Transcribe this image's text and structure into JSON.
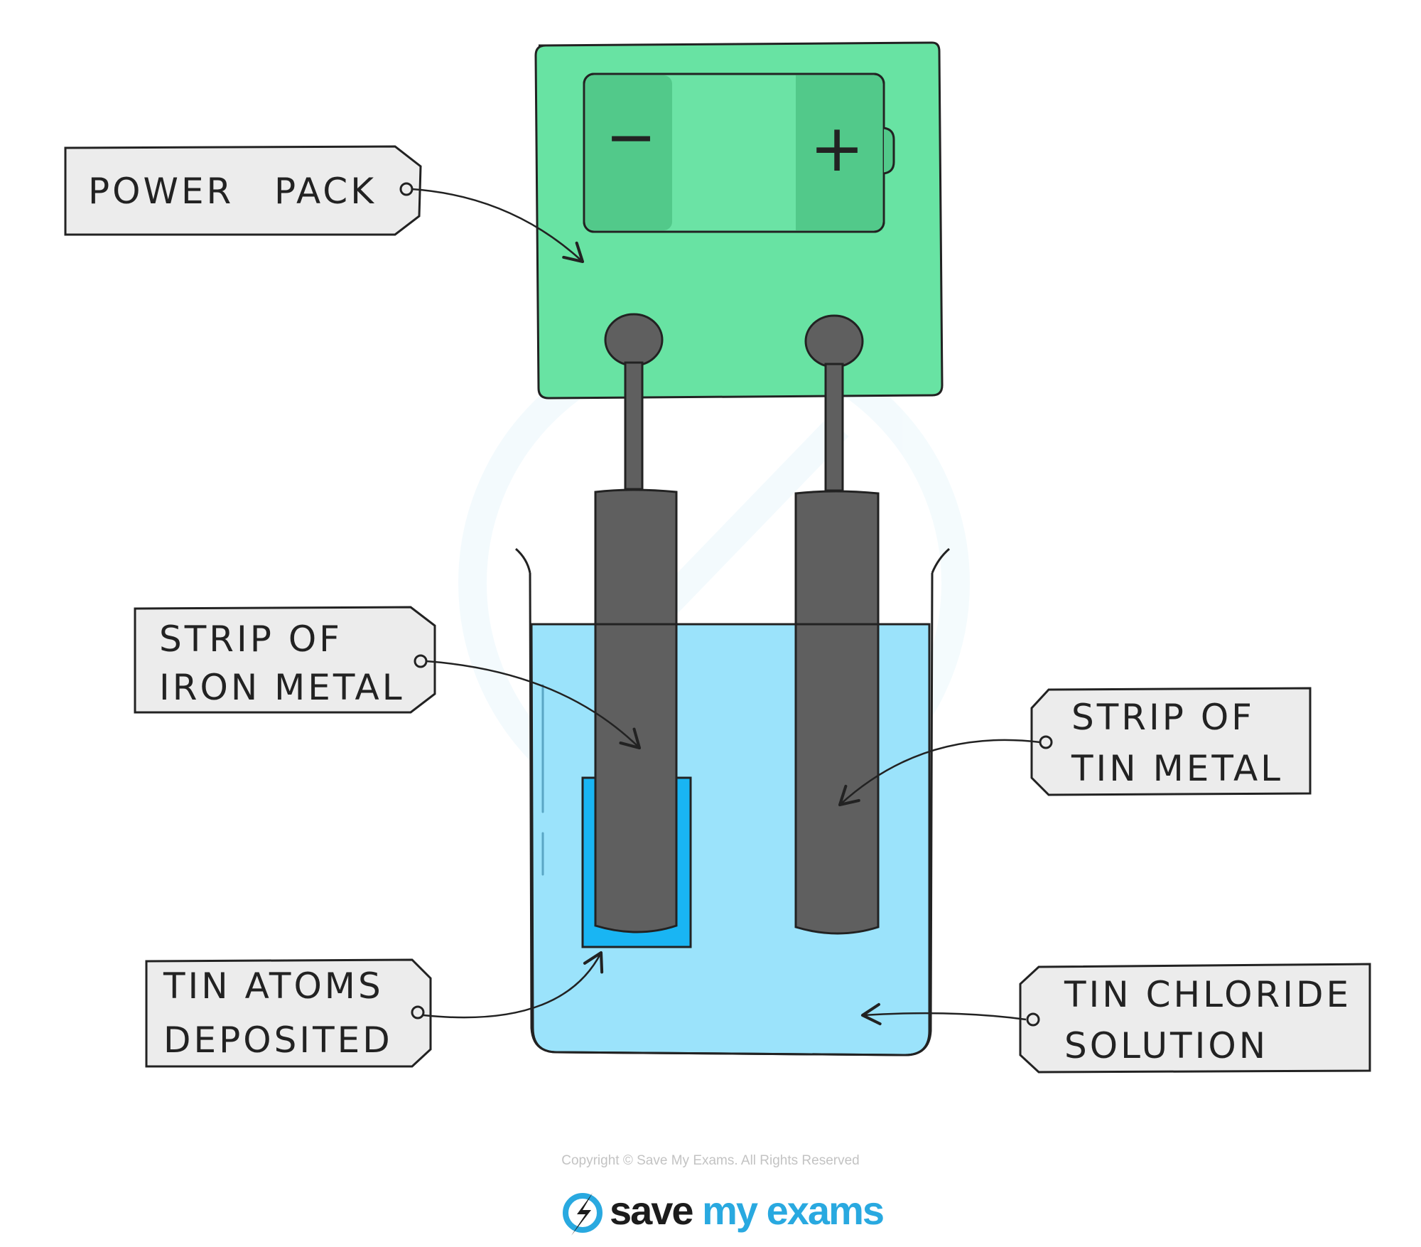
{
  "labels": {
    "power_pack": [
      "POWER",
      "PACK"
    ],
    "iron_strip": [
      "STRIP OF",
      "IRON METAL"
    ],
    "tin_atoms": [
      "TIN ATOMS",
      "DEPOSITED"
    ],
    "tin_strip": [
      "STRIP OF",
      "TIN METAL"
    ],
    "tin_chloride": [
      "TIN CHLORIDE",
      "SOLUTION"
    ]
  },
  "battery": {
    "negative": "−",
    "positive": "+"
  },
  "footer": {
    "copyright": "Copyright © Save My Exams. All Rights Reserved",
    "logo_save": "save",
    "logo_rest": " my exams"
  },
  "colors": {
    "power_pack": "#68e3a3",
    "battery": "#52c98a",
    "solution": "#9be3fb",
    "deposit": "#19b5f3",
    "electrode": "#5f5f5f",
    "tag_fill": "#ececec",
    "logo_blue": "#29a9e0"
  }
}
